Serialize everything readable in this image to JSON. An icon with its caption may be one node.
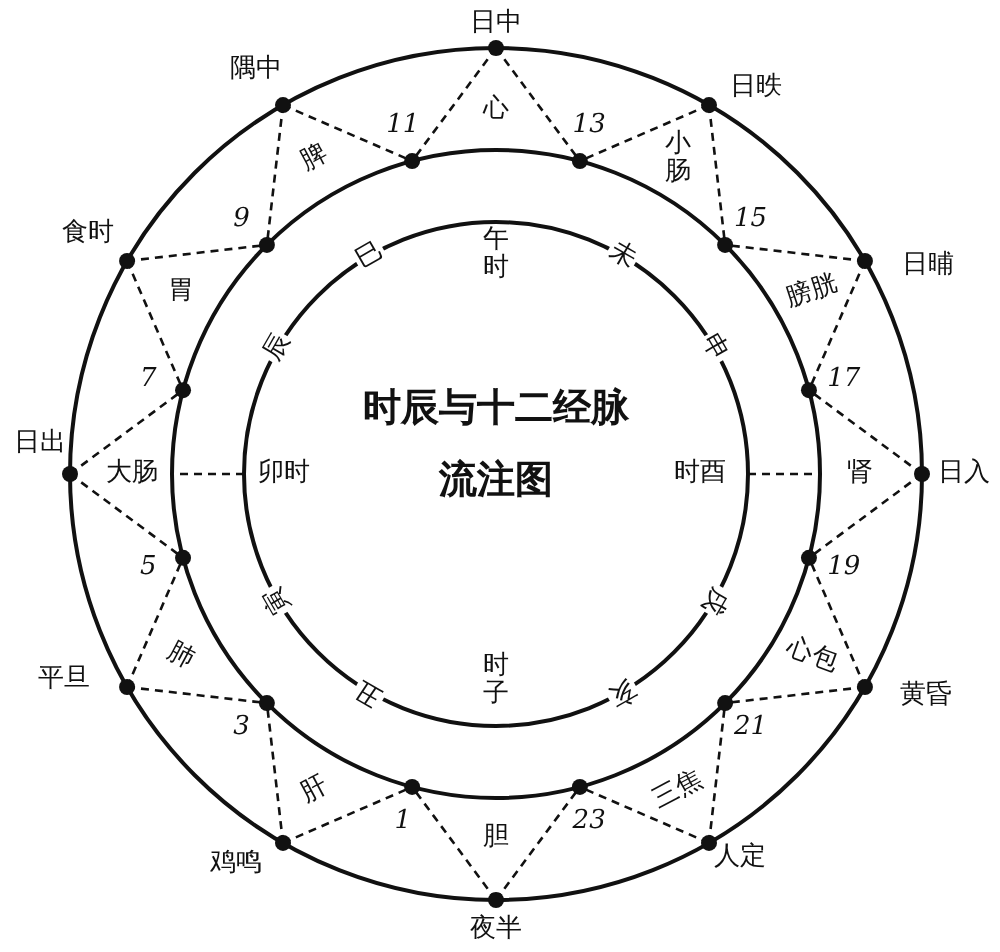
{
  "diagram": {
    "title": "时辰与十二经脉流注图",
    "labels": [
      "日中",
      "日昳",
      "日晡",
      "日入",
      "黄昏",
      "人定",
      "夜半",
      "鸡鸣",
      "平旦",
      "日出",
      "食时",
      "隅中",
      "心",
      "小肠",
      "膀胱",
      "肾",
      "心包",
      "三焦",
      "胆",
      "肝",
      "肺",
      "大肠",
      "胃",
      "脾",
      "11",
      "13",
      "15",
      "17",
      "19",
      "21",
      "23",
      "1",
      "3",
      "5",
      "7",
      "9",
      "午时",
      "未",
      "申",
      "时酉",
      "戌",
      "亥",
      "时子",
      "丑",
      "寅",
      "卯时",
      "辰",
      "巳"
    ]
  }
}
